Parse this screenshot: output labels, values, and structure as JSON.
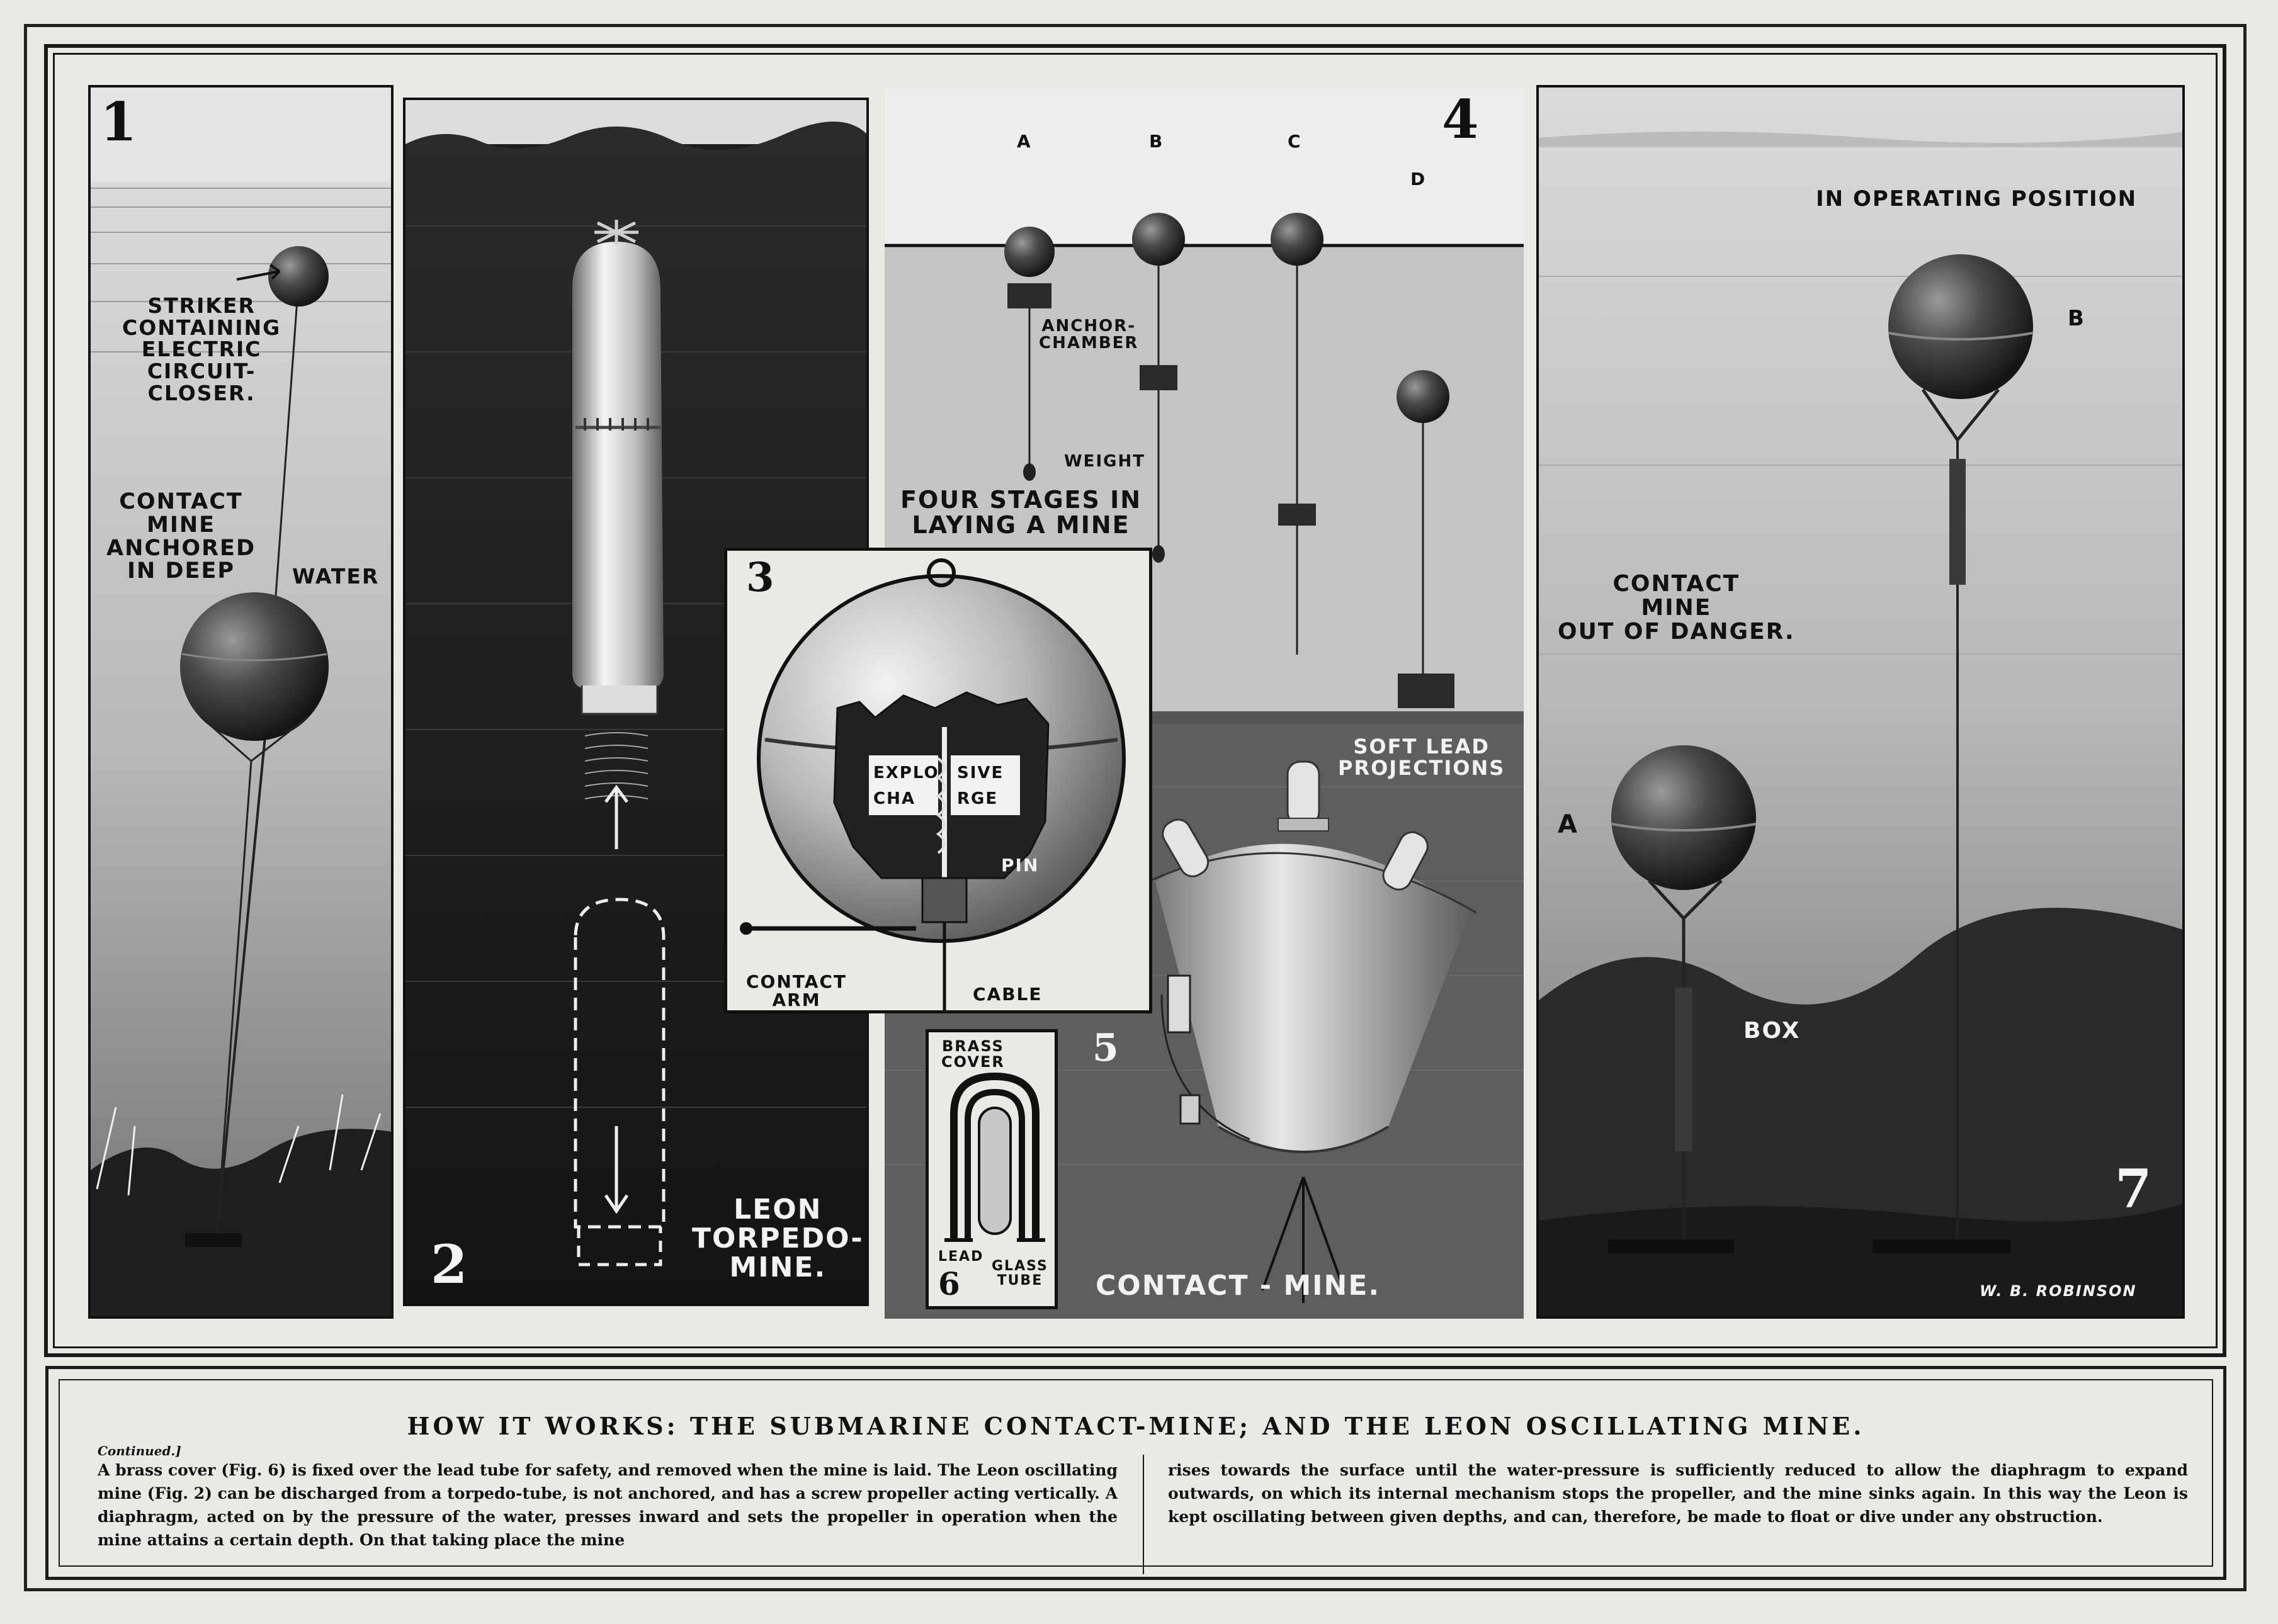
{
  "panels": {
    "p1": {
      "number": "1",
      "striker_label": [
        "STRIKER",
        "CONTAINING",
        "ELECTRIC",
        "CIRCUIT-",
        "CLOSER."
      ],
      "mine_label": [
        "CONTACT",
        "MINE",
        "ANCHORED",
        "IN DEEP"
      ],
      "water_label": "WATER"
    },
    "p2": {
      "number": "2",
      "title": [
        "LEON",
        "TORPEDO-",
        "MINE."
      ]
    },
    "p3": {
      "number": "3",
      "charge_left": [
        "EXPLO",
        "CHA"
      ],
      "charge_right": [
        "SIVE",
        "RGE"
      ],
      "pin": "PIN",
      "contact_arm": [
        "CONTACT",
        "ARM"
      ],
      "cable": "CABLE"
    },
    "p4": {
      "number": "4",
      "stages": [
        "A",
        "B",
        "C",
        "D"
      ],
      "anchor_chamber": [
        "ANCHOR-",
        "CHAMBER"
      ],
      "weight": "WEIGHT",
      "title": [
        "FOUR STAGES IN",
        "LAYING A MINE"
      ]
    },
    "p5": {
      "number": "5",
      "projections": [
        "SOFT LEAD",
        "PROJECTIONS"
      ],
      "title": "CONTACT - MINE."
    },
    "p6": {
      "number": "6",
      "brass_cover": [
        "BRASS",
        "COVER"
      ],
      "lead": "LEAD",
      "glass_tube": [
        "GLASS",
        "TUBE"
      ]
    },
    "p7": {
      "number": "7",
      "operating": "IN OPERATING POSITION",
      "b": "B",
      "a": "A",
      "out_of_danger": [
        "CONTACT",
        "MINE",
        "OUT OF DANGER."
      ],
      "box": "BOX",
      "signature": "W. B. ROBINSON"
    }
  },
  "caption": {
    "title": "HOW IT WORKS: THE SUBMARINE CONTACT-MINE; AND THE LEON OSCILLATING MINE.",
    "continued": "Continued.]",
    "left": "A brass cover (Fig. 6) is fixed over the lead tube for safety, and removed when the mine is laid. The Leon oscillating mine (Fig. 2) can be discharged from a torpedo-tube, is not anchored, and has a screw propeller acting vertically. A diaphragm, acted on by the pressure of the water, presses inward and sets the propeller in operation when the mine attains a certain depth. On that taking place the mine",
    "right": "rises towards the surface until the water-pressure is sufficiently reduced to allow the diaphragm to expand outwards, on which its internal mechanism stops the propeller, and the mine sinks again. In this way the Leon is kept oscillating between given depths, and can, therefore, be made to float or dive under any obstruction."
  }
}
